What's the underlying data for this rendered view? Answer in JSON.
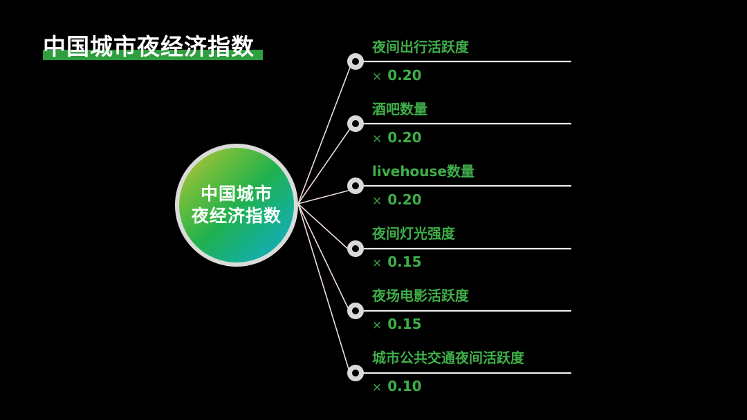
{
  "title": "中国城市夜经济指数",
  "hub": {
    "line1": "中国城市",
    "line2": "夜经济指数"
  },
  "colors": {
    "background": "#000000",
    "accent_green": "#3fae49",
    "title_bar": "#2e9e3e",
    "connector": "#f2dcdc",
    "node": "#d9d9d9"
  },
  "items": [
    {
      "label": "夜间出行活跃度",
      "times": "×",
      "weight": "0.20"
    },
    {
      "label": "酒吧数量",
      "times": "×",
      "weight": "0.20"
    },
    {
      "label": "livehouse数量",
      "times": "×",
      "weight": "0.20"
    },
    {
      "label": "夜间灯光强度",
      "times": "×",
      "weight": "0.15"
    },
    {
      "label": "夜场电影活跃度",
      "times": "×",
      "weight": "0.15"
    },
    {
      "label": "城市公共交通夜间活跃度",
      "times": "×",
      "weight": "0.10"
    }
  ]
}
